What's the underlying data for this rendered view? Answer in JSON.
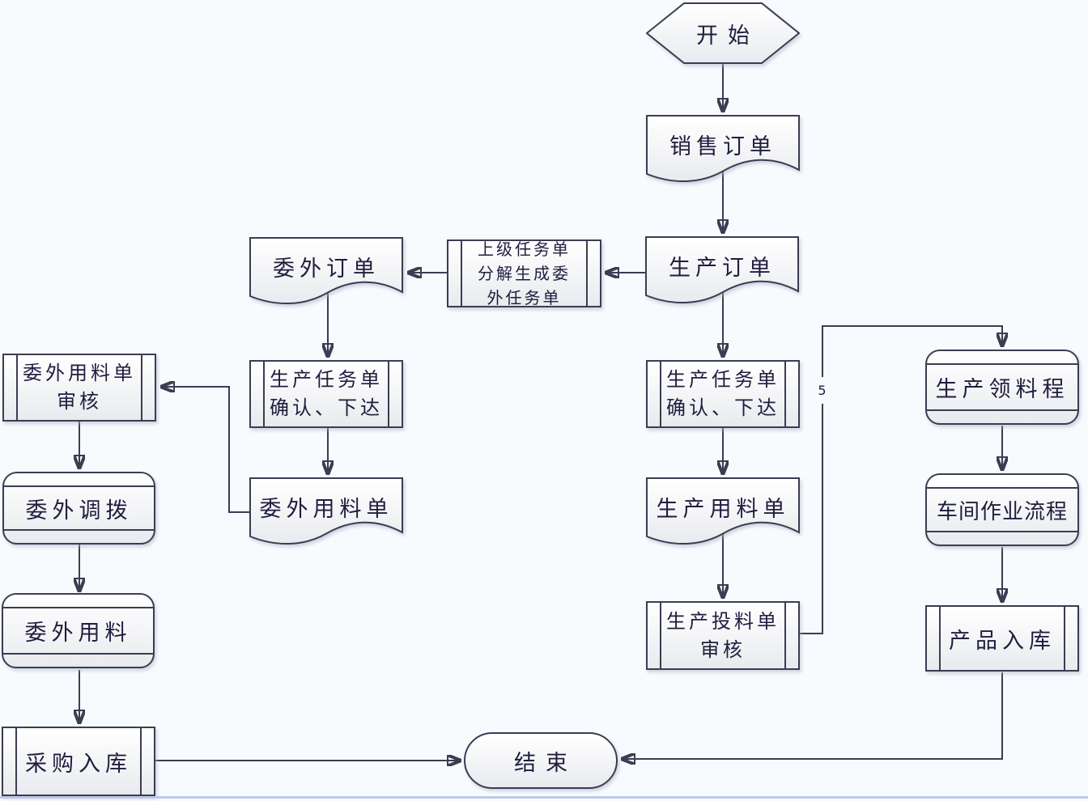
{
  "page": {
    "background": "#f8fbfe",
    "bottom_line_color": "#bdc9e6"
  },
  "style": {
    "stroke_color": "#3c3c52",
    "text_color": "#201d3e",
    "fill_top": "#ffffff",
    "fill_bottom": "#e8eaee"
  },
  "nodes": {
    "start": {
      "label": "开始",
      "shape": "hexagon"
    },
    "sales_order": {
      "label": "销售订单",
      "shape": "document"
    },
    "production_order": {
      "label": "生产订单",
      "shape": "document"
    },
    "task_split": {
      "label": "上级任务单\n分解生成委\n外任务单",
      "shape": "predefined-process"
    },
    "outsource_order": {
      "label": "委外订单",
      "shape": "document"
    },
    "outsource_task_confirm": {
      "label": "生产任务单\n确认、下达",
      "shape": "predefined-process"
    },
    "outsource_material_doc": {
      "label": "委外用料单",
      "shape": "document"
    },
    "outsource_material_audit": {
      "label": "委外用料单\n审核",
      "shape": "predefined-process"
    },
    "outsource_transfer": {
      "label": "委外调拨",
      "shape": "process-alt"
    },
    "outsource_material_use": {
      "label": "委外用料",
      "shape": "process-alt"
    },
    "purchase_inbound": {
      "label": "采购入库",
      "shape": "predefined-process"
    },
    "prod_task_confirm": {
      "label": "生产任务单\n确认、下达",
      "shape": "predefined-process"
    },
    "prod_material_doc": {
      "label": "生产用料单",
      "shape": "document"
    },
    "prod_feed_audit": {
      "label": "生产投料单\n审核",
      "shape": "predefined-process"
    },
    "prod_picking": {
      "label": "生产领料程",
      "shape": "process-alt"
    },
    "workshop_flow": {
      "label": "车间作业流程",
      "shape": "process-alt"
    },
    "product_inbound": {
      "label": "产品入库",
      "shape": "predefined-process"
    },
    "end": {
      "label": "结束",
      "shape": "terminator"
    }
  },
  "edge_labels": {
    "seq5": "5"
  }
}
